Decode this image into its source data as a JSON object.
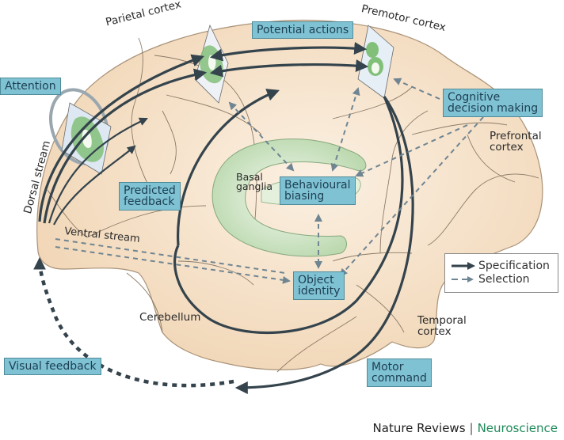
{
  "labels": {
    "parietal_cortex": "Parietal cortex",
    "premotor_cortex": "Premotor cortex",
    "prefrontal_cortex": [
      "Prefrontal",
      "cortex"
    ],
    "temporal_cortex": [
      "Temporal",
      "cortex"
    ],
    "basal_ganglia": [
      "Basal",
      "ganglia"
    ],
    "cerebellum": "Cerebellum",
    "dorsal_stream": "Dorsal stream",
    "ventral_stream": "Ventral stream"
  },
  "boxes": {
    "attention": [
      "Attention"
    ],
    "potential_actions": [
      "Potential actions"
    ],
    "cognitive_decision": [
      "Cognitive",
      "decision making"
    ],
    "predicted_feedback": [
      "Predicted",
      "feedback"
    ],
    "behavioural_biasing": [
      "Behavioural",
      "biasing"
    ],
    "object_identity": [
      "Object",
      "identity"
    ],
    "visual_feedback": [
      "Visual feedback"
    ],
    "motor_command": [
      "Motor",
      "command"
    ]
  },
  "legend": {
    "specification": "Specification",
    "selection": "Selection"
  },
  "credit": {
    "publisher": "Nature Reviews",
    "journal": "Neuroscience"
  },
  "colors": {
    "brain_fill": "#f4dcc0",
    "box_fill": "#7fc2d3",
    "basal_ganglia_fill": "#cfe3c6",
    "arrow": "#34434c",
    "dashed_arrow": "#6f8592",
    "journal": "#1f8a5b"
  }
}
